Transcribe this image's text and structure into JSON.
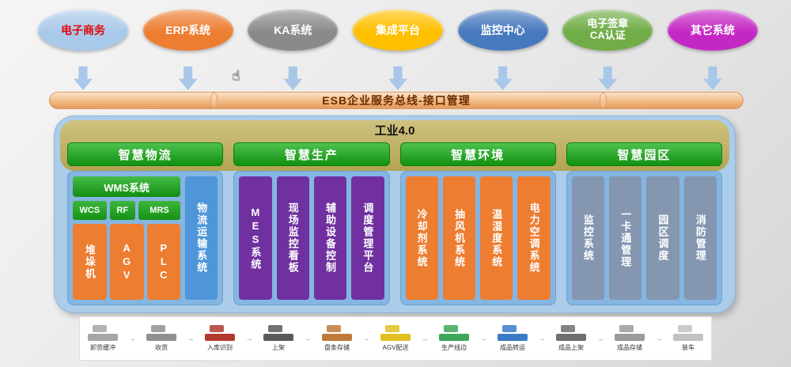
{
  "top_systems": [
    {
      "label": "电子商务",
      "color": "#A9C9EA",
      "text_color": "#E00000"
    },
    {
      "label": "ERP系统",
      "color": "#ED7D31",
      "text_color": "#FFFFFF"
    },
    {
      "label": "KA系统",
      "color": "#8A8A8A",
      "text_color": "#FFFFFF"
    },
    {
      "label": "集成平台",
      "color": "#FFC000",
      "text_color": "#FFFFFF"
    },
    {
      "label": "监控中心",
      "color": "#4679BD",
      "text_color": "#FFFFFF"
    },
    {
      "label": "电子签章\nCA认证",
      "color": "#70AD47",
      "text_color": "#FFFFFF"
    },
    {
      "label": "其它系统",
      "color": "#C428C4",
      "text_color": "#FFFFFF"
    }
  ],
  "esb": {
    "label": "ESB企业服务总线-接口管理"
  },
  "platform": {
    "title": "工业4.0"
  },
  "groups": [
    {
      "header": "智慧物流"
    },
    {
      "header": "智慧生产",
      "module_color": "#7030A0",
      "modules": [
        "MES系统",
        "现场监控看板",
        "辅助设备控制",
        "调度管理平台"
      ]
    },
    {
      "header": "智慧环境",
      "module_color": "#ED7D31",
      "modules": [
        "冷却剂系统",
        "抽风机系统",
        "温湿度系统",
        "电力空调系统"
      ]
    },
    {
      "header": "智慧园区",
      "module_color": "#8496B0",
      "modules": [
        "监控系统",
        "一卡通管理",
        "园区调度",
        "消防管理"
      ]
    }
  ],
  "logistics": {
    "wms_label": "WMS系统",
    "sub_systems": [
      "WCS",
      "RF",
      "MRS"
    ],
    "devices": [
      "堆垛机",
      "AGV",
      "PLC"
    ],
    "device_color": "#ED7D31",
    "transport_label": "物流运输系统",
    "transport_color": "#4E96D9"
  },
  "process_strip": {
    "separator": "→",
    "items": [
      {
        "label": "卸货缓冲",
        "color": "#a6a6a6"
      },
      {
        "label": "收货",
        "color": "#8f8f8f"
      },
      {
        "label": "入库识别",
        "color": "#b03a2e"
      },
      {
        "label": "上架",
        "color": "#5a5a5a"
      },
      {
        "label": "盘条存储",
        "color": "#c07a3a"
      },
      {
        "label": "AGV配送",
        "color": "#e0c020"
      },
      {
        "label": "生产线边",
        "color": "#3fa65a"
      },
      {
        "label": "成品转运",
        "color": "#3a7bc8"
      },
      {
        "label": "成品上架",
        "color": "#6f6f6f"
      },
      {
        "label": "成品存储",
        "color": "#9a9a9a"
      },
      {
        "label": "装车",
        "color": "#c2c2c2"
      }
    ]
  },
  "icons": {
    "hand_cursor": "☝"
  }
}
